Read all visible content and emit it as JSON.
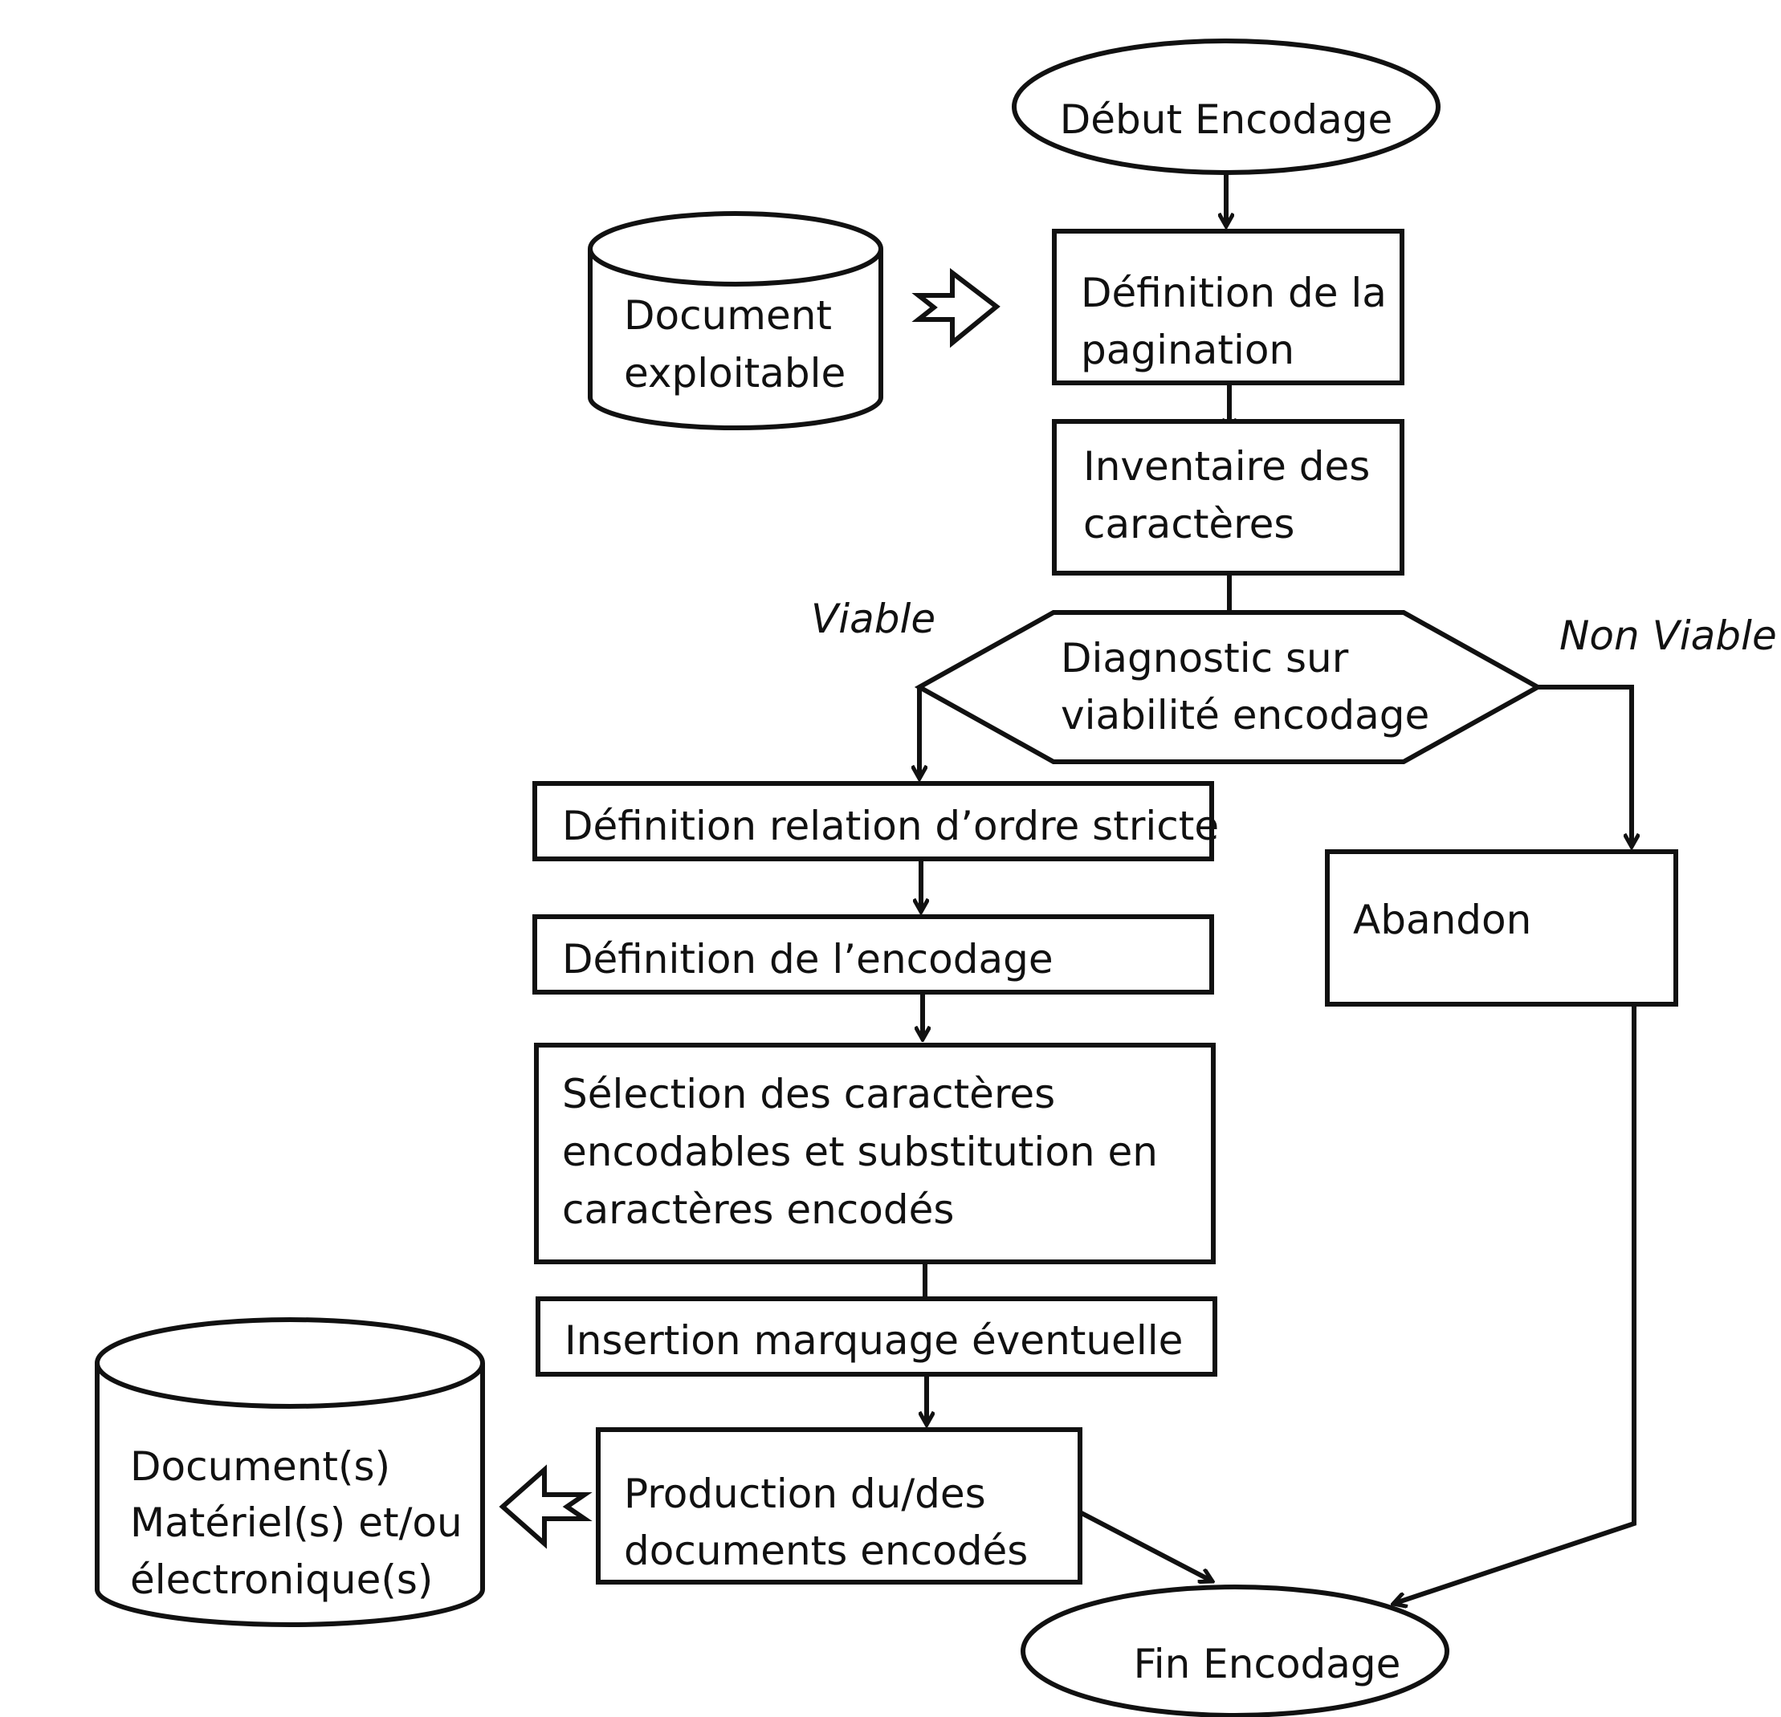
{
  "nodes": {
    "start": "Début Encodage",
    "doc_in": [
      "Document",
      "exploitable"
    ],
    "pagination": [
      "Définition de la",
      "pagination"
    ],
    "inventory": [
      "Inventaire des",
      "caractères"
    ],
    "diagnostic": [
      "Diagnostic sur",
      "viabilité encodage"
    ],
    "order_relation": "Définition relation d’ordre stricte",
    "encoding_def": "Définition de l’encodage",
    "selection": [
      "Sélection des caractères",
      "encodables et substitution en",
      "caractères encodés"
    ],
    "marking": "Insertion marquage éventuelle",
    "production": [
      "Production du/des",
      "documents encodés"
    ],
    "doc_out": [
      "Document(s)",
      "Matériel(s) et/ou",
      "électronique(s)"
    ],
    "abandon": "Abandon",
    "end": "Fin Encodage"
  },
  "labels": {
    "viable": "Viable",
    "non_viable": "Non Viable"
  }
}
